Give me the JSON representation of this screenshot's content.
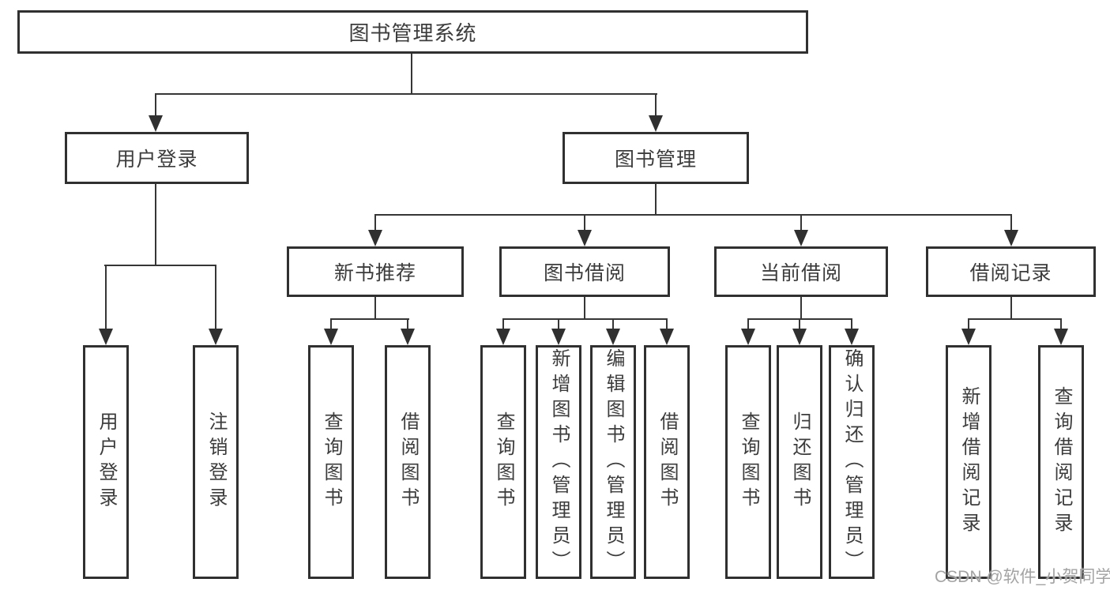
{
  "watermark": "CSDN @软件_小贺同学",
  "colors": {
    "border": "#303030",
    "line": "#363636",
    "text": "#3c3c3c",
    "watermark": "#a3a3a3",
    "background": "#ffffff"
  },
  "tree": {
    "label": "图书管理系统",
    "children": [
      {
        "label": "用户登录",
        "children": [
          {
            "label": "用户登录"
          },
          {
            "label": "注销登录"
          }
        ]
      },
      {
        "label": "图书管理",
        "children": [
          {
            "label": "新书推荐",
            "children": [
              {
                "label": "查询图书"
              },
              {
                "label": "借阅图书"
              }
            ]
          },
          {
            "label": "图书借阅",
            "children": [
              {
                "label": "查询图书"
              },
              {
                "label": "新增图书（管理员）"
              },
              {
                "label": "编辑图书（管理员）"
              },
              {
                "label": "借阅图书"
              }
            ]
          },
          {
            "label": "当前借阅",
            "children": [
              {
                "label": "查询图书"
              },
              {
                "label": "归还图书"
              },
              {
                "label": "确认归还（管理员）"
              }
            ]
          },
          {
            "label": "借阅记录",
            "children": [
              {
                "label": "新增借阅记录"
              },
              {
                "label": "查询借阅记录"
              }
            ]
          }
        ]
      }
    ]
  }
}
